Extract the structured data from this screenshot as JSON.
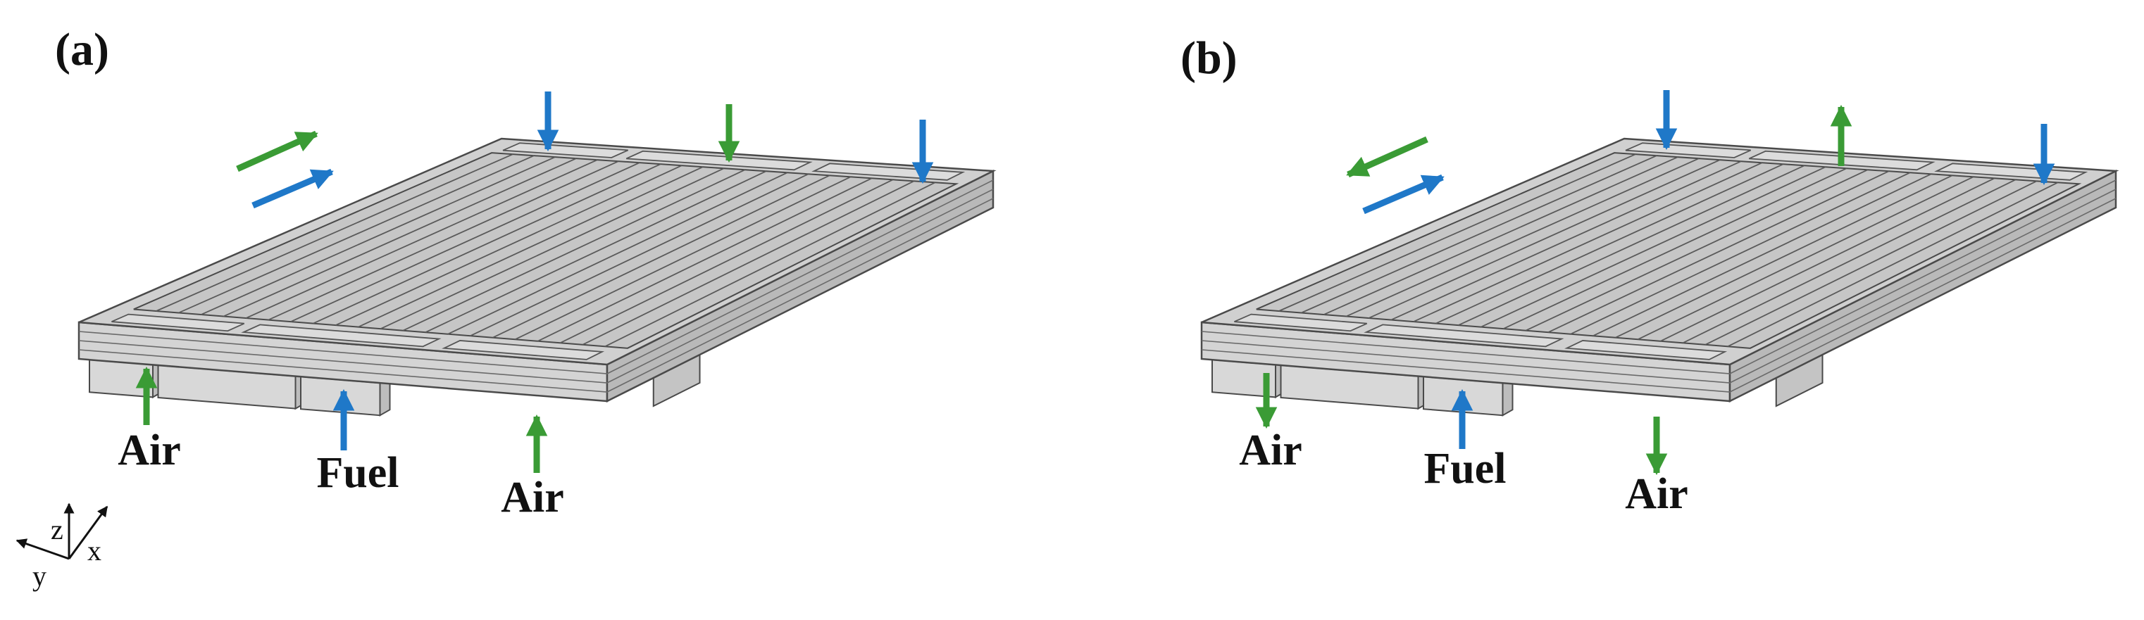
{
  "panels": [
    {
      "label": "(a)",
      "ports": {
        "left": "Air",
        "middle": "Fuel",
        "right": "Air"
      },
      "bottom_flow": [
        "up",
        "up",
        "up"
      ],
      "top_flow": [
        "down",
        "down",
        "down"
      ],
      "legend_arrows": [
        "forward",
        "forward"
      ]
    },
    {
      "label": "(b)",
      "ports": {
        "left": "Air",
        "middle": "Fuel",
        "right": "Air"
      },
      "bottom_flow": [
        "down",
        "up",
        "down"
      ],
      "top_flow": [
        "down",
        "up",
        "down"
      ],
      "legend_arrows": [
        "backward",
        "forward"
      ]
    }
  ],
  "axes": {
    "z": "z",
    "x": "x",
    "y": "y"
  },
  "colors": {
    "air": "#3a9b35",
    "fuel": "#1f78c8",
    "plate": "#d0d0d0",
    "edge": "#4a4a4a",
    "channel": "#b4b4b4"
  }
}
